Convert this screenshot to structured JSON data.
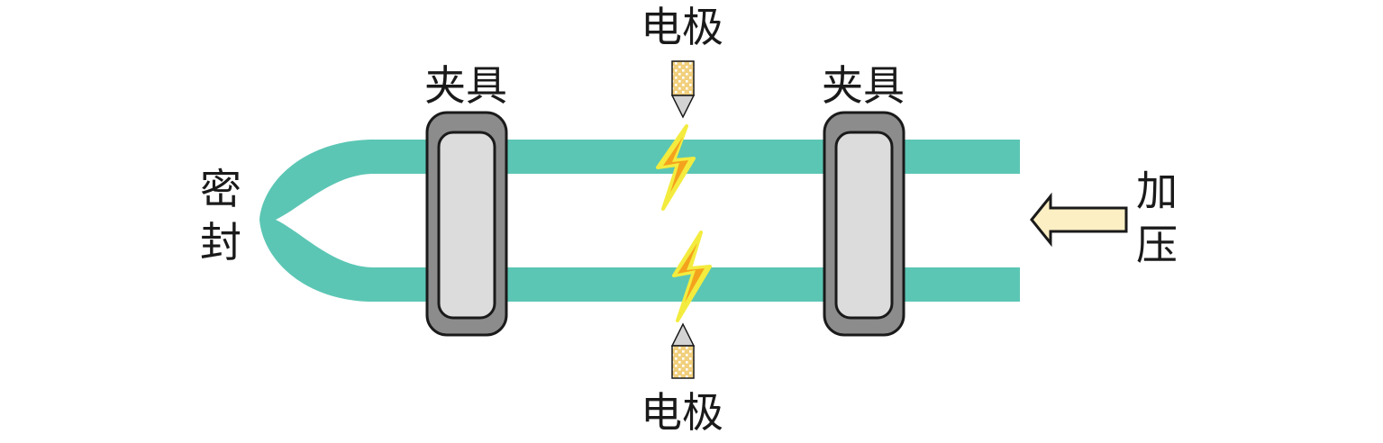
{
  "labels": {
    "clamp_left": "夹具",
    "clamp_right": "夹具",
    "electrode_top": "电极",
    "electrode_bottom": "电极",
    "seal_1": "密",
    "seal_2": "封",
    "pressure_1": "加",
    "pressure_2": "压"
  },
  "colors": {
    "fiber": "#5bc6b4",
    "clamp_outer": "#8c8c8c",
    "clamp_inner": "#dcdcdc",
    "electrode_body": "#f1cf7c",
    "electrode_tip": "#d3d3d3",
    "spark_outer": "#f3ec3e",
    "spark_inner": "#f4a21d",
    "arrow_fill": "#fbefc3"
  }
}
